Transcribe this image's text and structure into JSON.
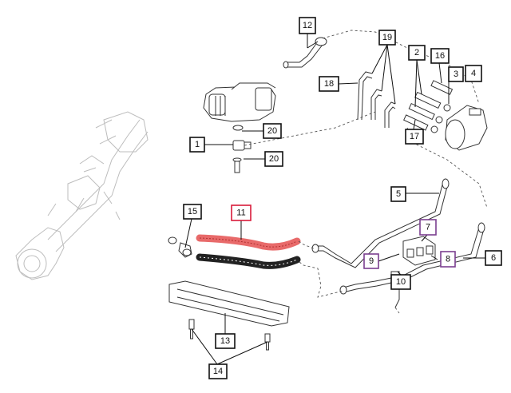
{
  "colors": {
    "default_box": "#111111",
    "highlight_box": "#d81b3a",
    "purple_box": "#7b3f8f",
    "highlight_hose": "#e86a6a"
  },
  "callouts": {
    "c1": "1",
    "c2": "2",
    "c3": "3",
    "c4": "4",
    "c5": "5",
    "c6": "6",
    "c7": "7",
    "c8": "8",
    "c9": "9",
    "c10": "10",
    "c11": "11",
    "c12": "12",
    "c13": "13",
    "c14": "14",
    "c15": "15",
    "c16": "16",
    "c17": "17",
    "c18": "18",
    "c19": "19",
    "c20a": "20",
    "c20b": "20"
  }
}
